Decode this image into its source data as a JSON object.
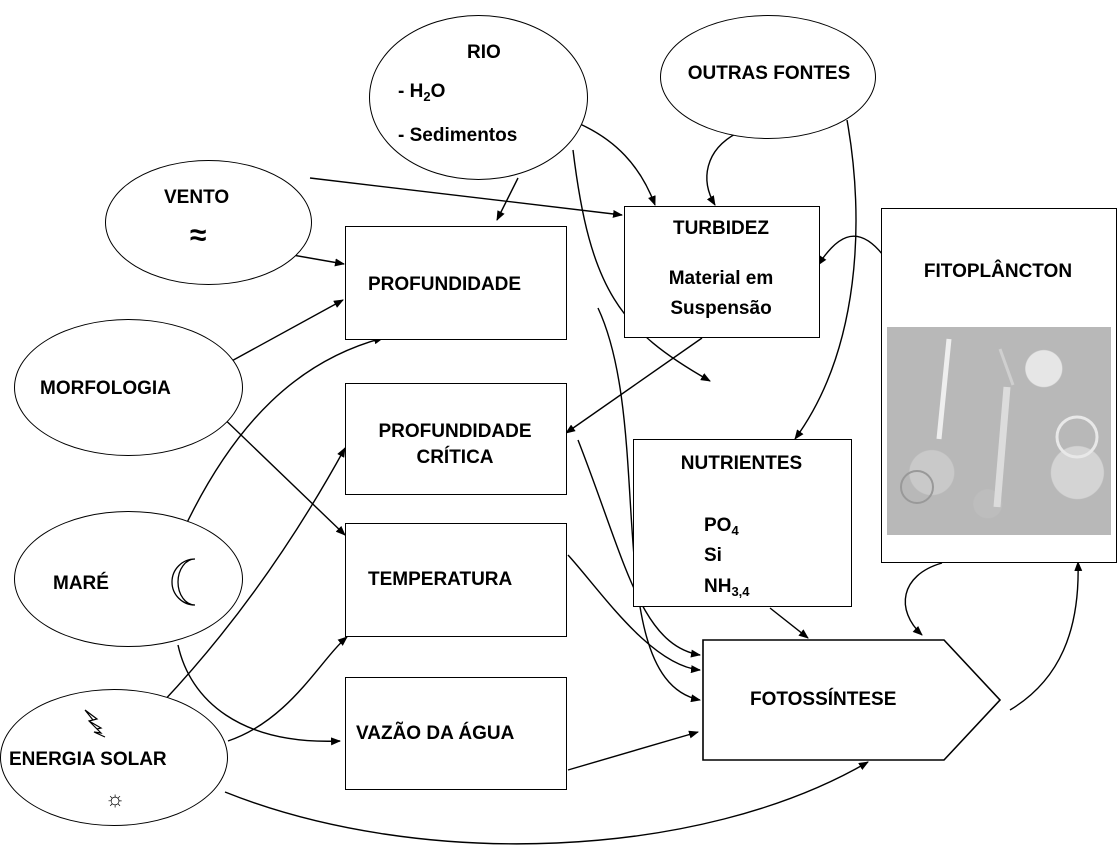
{
  "nodes": {
    "rio": {
      "title": "RIO",
      "line1_prefix": "- H",
      "line1_sub": "2",
      "line1_suffix": "O",
      "line2": "- Sedimentos"
    },
    "outras_fontes": {
      "title": "OUTRAS FONTES"
    },
    "vento": {
      "title": "VENTO",
      "symbol": "≈"
    },
    "morfologia": {
      "title": "MORFOLOGIA"
    },
    "mare": {
      "title": "MARÉ"
    },
    "energia_solar": {
      "title": "ENERGIA SOLAR",
      "symbol": "☼"
    },
    "profundidade": {
      "title": "PROFUNDIDADE"
    },
    "profundidade_critica": {
      "line1": "PROFUNDIDADE",
      "line2": "CRÍTICA"
    },
    "temperatura": {
      "title": "TEMPERATURA"
    },
    "vazao": {
      "title": "VAZÃO DA ÁGUA"
    },
    "turbidez": {
      "title": "TURBIDEZ",
      "line1": "Material em",
      "line2": "Suspensão"
    },
    "nutrientes": {
      "title": "NUTRIENTES",
      "n1": "PO",
      "n1_sub": "4",
      "n2": "Si",
      "n3": "NH",
      "n3_sub": "3,4"
    },
    "fitoplancton": {
      "title": "FITOPLÂNCTON"
    },
    "fotossintese": {
      "title": "FOTOSSÍNTESE"
    }
  },
  "colors": {
    "stroke": "#000000",
    "background": "#ffffff",
    "photo_gray": "#b8b8b8"
  }
}
